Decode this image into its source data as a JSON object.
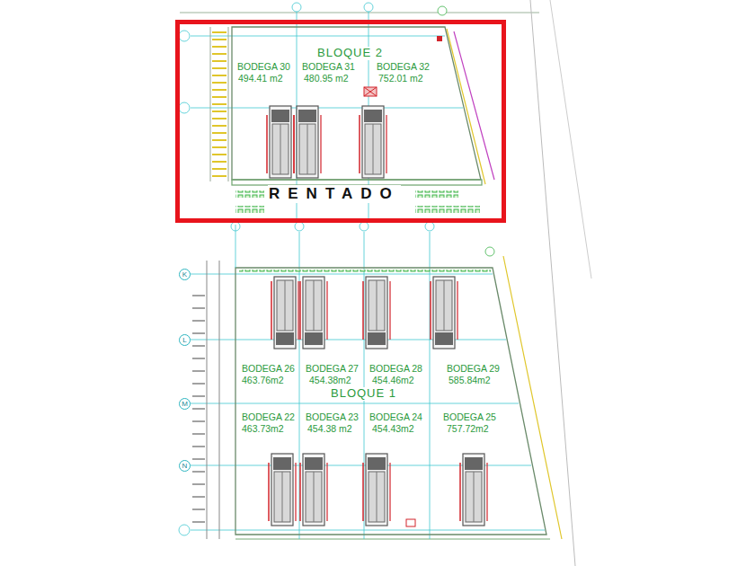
{
  "diagram": {
    "nodes": [
      {
        "text": [
          "RENTADO"
        ]
      },
      {
        "text": [
          "BLOQUE 2"
        ],
        "in": 0
      },
      {
        "text": [
          "BODEGA 30",
          "494.41 m2"
        ],
        "in": 1
      },
      {
        "text": [
          "BODEGA 31",
          "480.95 m2"
        ],
        "in": 1
      },
      {
        "text": [
          "BODEGA 32",
          "752.01 m2"
        ],
        "in": 1
      },
      {
        "text": [
          "BLOQUE 1"
        ]
      },
      {
        "text": [
          "BODEGA 26",
          "463.76m2"
        ],
        "in": 5
      },
      {
        "text": [
          "BODEGA 27",
          "454.38m2"
        ],
        "in": 5
      },
      {
        "text": [
          "BODEGA 28",
          "454.46m2"
        ],
        "in": 5
      },
      {
        "text": [
          "BODEGA 29",
          "585.84m2"
        ],
        "in": 5
      },
      {
        "text": [
          "BODEGA 22",
          "463.73m2"
        ],
        "in": 5
      },
      {
        "text": [
          "BODEGA 23",
          "454.38 m2"
        ],
        "in": 5
      },
      {
        "text": [
          "BODEGA 24",
          "454.43m2"
        ],
        "in": 5
      },
      {
        "text": [
          "BODEGA 25",
          "757.72m2"
        ],
        "in": 5
      },
      {
        "text": [
          "K"
        ]
      },
      {
        "text": [
          "L"
        ]
      },
      {
        "text": [
          "M"
        ]
      },
      {
        "text": [
          "N"
        ]
      }
    ]
  }
}
